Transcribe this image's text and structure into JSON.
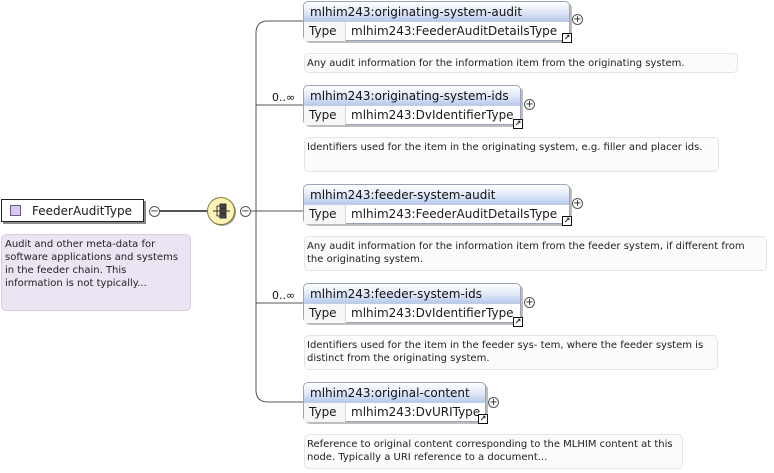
{
  "root": {
    "name": "FeederAuditType",
    "doc": "Audit and other meta-data for software applications and systems in the feeder chain. This information is not typically..."
  },
  "compositor_icon": "sequence-compositor-icon",
  "elements": [
    {
      "name": "mlhim243:originating-system-audit",
      "occurrence": "",
      "type_label": "Type",
      "type_value": "mlhim243:FeederAuditDetailsType",
      "doc": "Any audit information for the information item from the originating system."
    },
    {
      "name": "mlhim243:originating-system-ids",
      "occurrence": "0..∞",
      "type_label": "Type",
      "type_value": "mlhim243:DvIdentifierType",
      "doc": "Identifiers used for the item in the originating system, e.g. filler and placer ids."
    },
    {
      "name": "mlhim243:feeder-system-audit",
      "occurrence": "",
      "type_label": "Type",
      "type_value": "mlhim243:FeederAuditDetailsType",
      "doc": "Any audit information for the information item from the feeder system, if different from the originating system."
    },
    {
      "name": "mlhim243:feeder-system-ids",
      "occurrence": "0..∞",
      "type_label": "Type",
      "type_value": "mlhim243:DvIdentifierType",
      "doc": "Identifiers used for the item in the feeder sys- tem, where the feeder system is distinct from the originating system."
    },
    {
      "name": "mlhim243:original-content",
      "occurrence": "",
      "type_label": "Type",
      "type_value": "mlhim243:DvURIType",
      "doc": "Reference to original content corresponding to the MLHIM content at this node. Typically a URI reference to a document..."
    }
  ],
  "toggles": {
    "collapse": "−",
    "expand": "+"
  },
  "link_glyph": "↗",
  "colors": {
    "element_header": "#dfe7f8",
    "root_doc_bg": "#ebe4f2",
    "compositor_fill": "#fbf3b8"
  }
}
